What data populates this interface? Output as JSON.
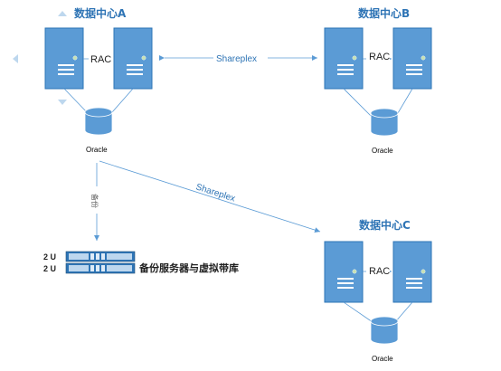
{
  "datacenters": {
    "a": {
      "title": "数据中心A",
      "rac": "RAC",
      "db": "Oracle"
    },
    "b": {
      "title": "数据中心B",
      "rac": "RAC",
      "db": "Oracle"
    },
    "c": {
      "title": "数据中心C",
      "rac": "RAC",
      "db": "Oracle"
    }
  },
  "links": {
    "ab_label": "Shareplex",
    "ac_label": "Shareplex",
    "backup_label": "备份"
  },
  "backup_unit": {
    "u1": "2 U",
    "u2": "2 U",
    "label": "备份服务器与虚拟带库"
  },
  "colors": {
    "server_fill": "#5b9bd5",
    "server_stroke": "#2e75b6",
    "link_line": "#5b9bd5",
    "title": "#2e74b5",
    "led": "#c5e0b4"
  }
}
